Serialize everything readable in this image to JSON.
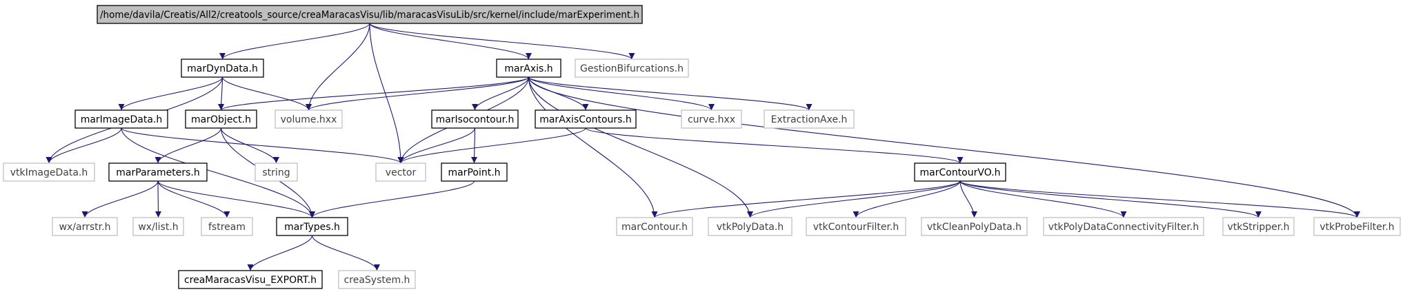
{
  "colors": {
    "edge": "#191970",
    "root_fill": "#bfbfbf",
    "box_fill": "#ffffff",
    "solid_border": "#000000",
    "missing_border": "#bfbfbf",
    "missing_text": "#404040"
  },
  "nodes": [
    {
      "id": "root",
      "label": "/home/davila/Creatis/All2/creatools_source/creaMaracasVisu/lib/maracasVisuLib/src/kernel/include/marExperiment.h",
      "style": "root"
    },
    {
      "id": "marDynData",
      "label": "marDynData.h",
      "style": "solid"
    },
    {
      "id": "marAxis",
      "label": "marAxis.h",
      "style": "solid"
    },
    {
      "id": "GestionBifurcations",
      "label": "GestionBifurcations.h",
      "style": "missing"
    },
    {
      "id": "marImageData",
      "label": "marImageData.h",
      "style": "solid"
    },
    {
      "id": "marObject",
      "label": "marObject.h",
      "style": "solid"
    },
    {
      "id": "volume",
      "label": "volume.hxx",
      "style": "missing"
    },
    {
      "id": "marIsocontour",
      "label": "marIsocontour.h",
      "style": "solid"
    },
    {
      "id": "marAxisContours",
      "label": "marAxisContours.h",
      "style": "solid"
    },
    {
      "id": "curve",
      "label": "curve.hxx",
      "style": "missing"
    },
    {
      "id": "ExtractionAxe",
      "label": "ExtractionAxe.h",
      "style": "missing"
    },
    {
      "id": "vtkImageData",
      "label": "vtkImageData.h",
      "style": "missing"
    },
    {
      "id": "marParameters",
      "label": "marParameters.h",
      "style": "solid"
    },
    {
      "id": "string",
      "label": "string",
      "style": "missing"
    },
    {
      "id": "vector",
      "label": "vector",
      "style": "missing"
    },
    {
      "id": "marPoint",
      "label": "marPoint.h",
      "style": "solid"
    },
    {
      "id": "marContourVO",
      "label": "marContourVO.h",
      "style": "solid"
    },
    {
      "id": "wxarrstr",
      "label": "wx/arrstr.h",
      "style": "missing"
    },
    {
      "id": "wxlist",
      "label": "wx/list.h",
      "style": "missing"
    },
    {
      "id": "fstream",
      "label": "fstream",
      "style": "missing"
    },
    {
      "id": "marTypes",
      "label": "marTypes.h",
      "style": "solid"
    },
    {
      "id": "marContour",
      "label": "marContour.h",
      "style": "missing"
    },
    {
      "id": "vtkPolyData",
      "label": "vtkPolyData.h",
      "style": "missing"
    },
    {
      "id": "vtkContourFilter",
      "label": "vtkContourFilter.h",
      "style": "missing"
    },
    {
      "id": "vtkCleanPolyData",
      "label": "vtkCleanPolyData.h",
      "style": "missing"
    },
    {
      "id": "vtkPolyDataConnectivityFilter",
      "label": "vtkPolyDataConnectivityFilter.h",
      "style": "missing"
    },
    {
      "id": "vtkStripper",
      "label": "vtkStripper.h",
      "style": "missing"
    },
    {
      "id": "vtkProbeFilter",
      "label": "vtkProbeFilter.h",
      "style": "missing"
    },
    {
      "id": "creaMaracasVisu_EXPORT",
      "label": "creaMaracasVisu_EXPORT.h",
      "style": "solid"
    },
    {
      "id": "creaSystem",
      "label": "creaSystem.h",
      "style": "missing"
    }
  ],
  "edges": [
    [
      "root",
      "marDynData"
    ],
    [
      "root",
      "volume"
    ],
    [
      "root",
      "vector"
    ],
    [
      "root",
      "marAxis"
    ],
    [
      "root",
      "GestionBifurcations"
    ],
    [
      "marDynData",
      "vtkImageData"
    ],
    [
      "marDynData",
      "marImageData"
    ],
    [
      "marDynData",
      "marObject"
    ],
    [
      "marDynData",
      "volume"
    ],
    [
      "marAxis",
      "marObject"
    ],
    [
      "marAxis",
      "volume"
    ],
    [
      "marAxis",
      "vector"
    ],
    [
      "marAxis",
      "marIsocontour"
    ],
    [
      "marAxis",
      "marAxisContours"
    ],
    [
      "marAxis",
      "curve"
    ],
    [
      "marAxis",
      "ExtractionAxe"
    ],
    [
      "marAxis",
      "marContour"
    ],
    [
      "marAxis",
      "vtkPolyData"
    ],
    [
      "marAxis",
      "vtkProbeFilter"
    ],
    [
      "marImageData",
      "vtkImageData"
    ],
    [
      "marImageData",
      "vector"
    ],
    [
      "marImageData",
      "marTypes"
    ],
    [
      "marObject",
      "marParameters"
    ],
    [
      "marObject",
      "string"
    ],
    [
      "marObject",
      "marTypes"
    ],
    [
      "marIsocontour",
      "vector"
    ],
    [
      "marIsocontour",
      "marPoint"
    ],
    [
      "marAxisContours",
      "vector"
    ],
    [
      "marAxisContours",
      "marContourVO"
    ],
    [
      "marParameters",
      "wxarrstr"
    ],
    [
      "marParameters",
      "wxlist"
    ],
    [
      "marParameters",
      "fstream"
    ],
    [
      "marParameters",
      "marTypes"
    ],
    [
      "marPoint",
      "marTypes"
    ],
    [
      "marContourVO",
      "marContour"
    ],
    [
      "marContourVO",
      "vtkPolyData"
    ],
    [
      "marContourVO",
      "vtkContourFilter"
    ],
    [
      "marContourVO",
      "vtkCleanPolyData"
    ],
    [
      "marContourVO",
      "vtkPolyDataConnectivityFilter"
    ],
    [
      "marContourVO",
      "vtkStripper"
    ],
    [
      "marContourVO",
      "vtkProbeFilter"
    ],
    [
      "marTypes",
      "creaMaracasVisu_EXPORT"
    ],
    [
      "marTypes",
      "creaSystem"
    ]
  ]
}
